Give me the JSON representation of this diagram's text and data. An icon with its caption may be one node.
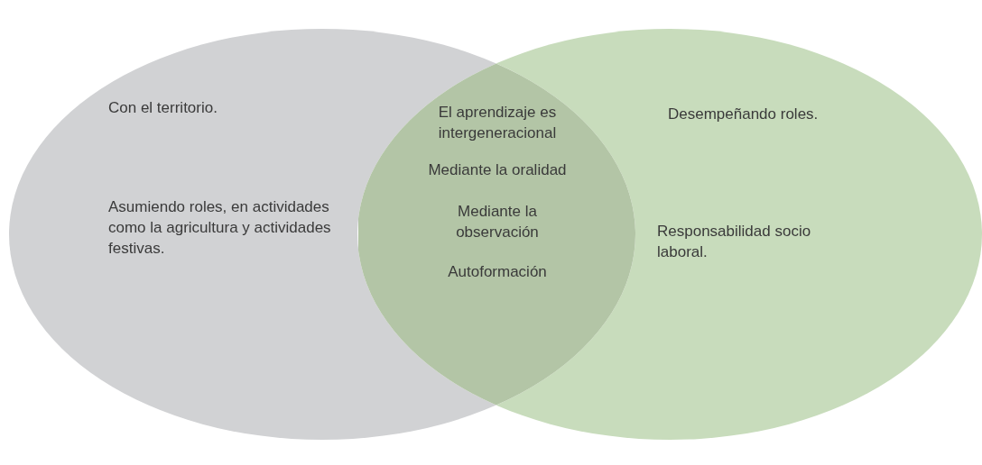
{
  "diagram": {
    "nodes": [
      {
        "text": [
          "Con el territorio.",
          "Asumiendo roles, en actividades como la agricultura y actividades festivas."
        ]
      },
      {
        "text": [
          "Desempeñando roles.",
          "Responsabilidad socio laboral."
        ]
      },
      {
        "text": [
          "El aprendizaje es intergeneracional",
          "Mediante la oralidad",
          "Mediante la observación",
          "Autoformación"
        ]
      }
    ]
  }
}
